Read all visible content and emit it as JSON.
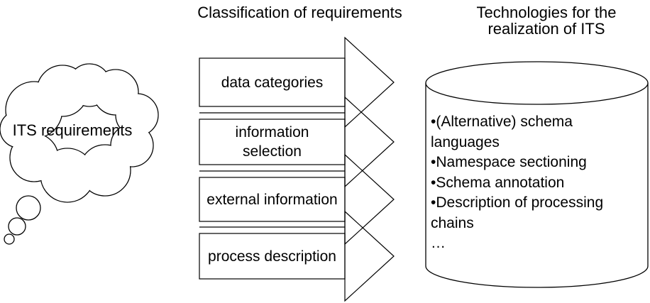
{
  "titles": {
    "classification": "Classification of requirements",
    "technologies_line1": "Technologies for the",
    "technologies_line2": "realization of ITS"
  },
  "cloud": {
    "label": "ITS requirements"
  },
  "arrows": [
    {
      "label": "data categories"
    },
    {
      "label": "information selection"
    },
    {
      "label": "external information"
    },
    {
      "label": "process description"
    }
  ],
  "cylinder": {
    "items": [
      "•(Alternative) schema languages",
      "•Namespace sectioning",
      "•Schema annotation",
      "•Description of processing chains",
      "…"
    ]
  },
  "colors": {
    "stroke": "#000000",
    "background": "#ffffff"
  }
}
